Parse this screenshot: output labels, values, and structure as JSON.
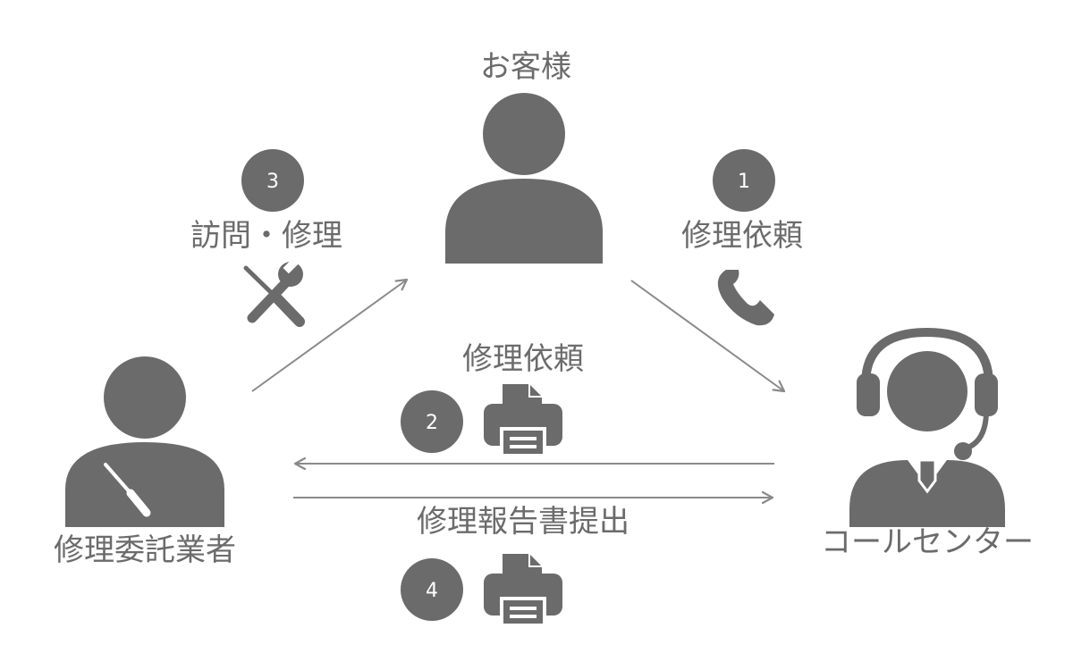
{
  "nodes": {
    "customer": {
      "label": "お客様"
    },
    "call_center": {
      "label": "コールセンター"
    },
    "contractor": {
      "label": "修理委託業者"
    }
  },
  "steps": [
    {
      "number": "1",
      "label": "修理依頼",
      "icon": "phone-icon"
    },
    {
      "number": "2",
      "label": "修理依頼",
      "icon": "fax-icon"
    },
    {
      "number": "3",
      "label": "訪問・修理",
      "icon": "tools-icon"
    },
    {
      "number": "4",
      "label": "修理報告書提出",
      "icon": "fax-icon"
    }
  ],
  "colors": {
    "icon": "#6b6b6b",
    "arrow": "#8a8a8a",
    "badge_text": "#ffffff"
  }
}
